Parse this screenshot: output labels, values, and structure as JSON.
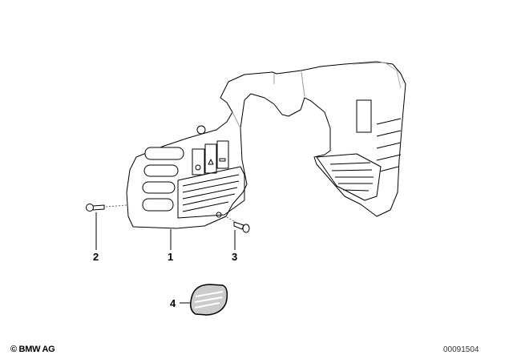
{
  "diagram": {
    "callouts": [
      {
        "id": "1",
        "label": "1"
      },
      {
        "id": "2",
        "label": "2"
      },
      {
        "id": "3",
        "label": "3"
      },
      {
        "id": "4",
        "label": "4"
      }
    ],
    "copyright": "© BMW AG",
    "image_code": "00091504"
  },
  "colors": {
    "line": "#000000",
    "fill": "#ffffff",
    "shade": "#e0e0e0"
  }
}
